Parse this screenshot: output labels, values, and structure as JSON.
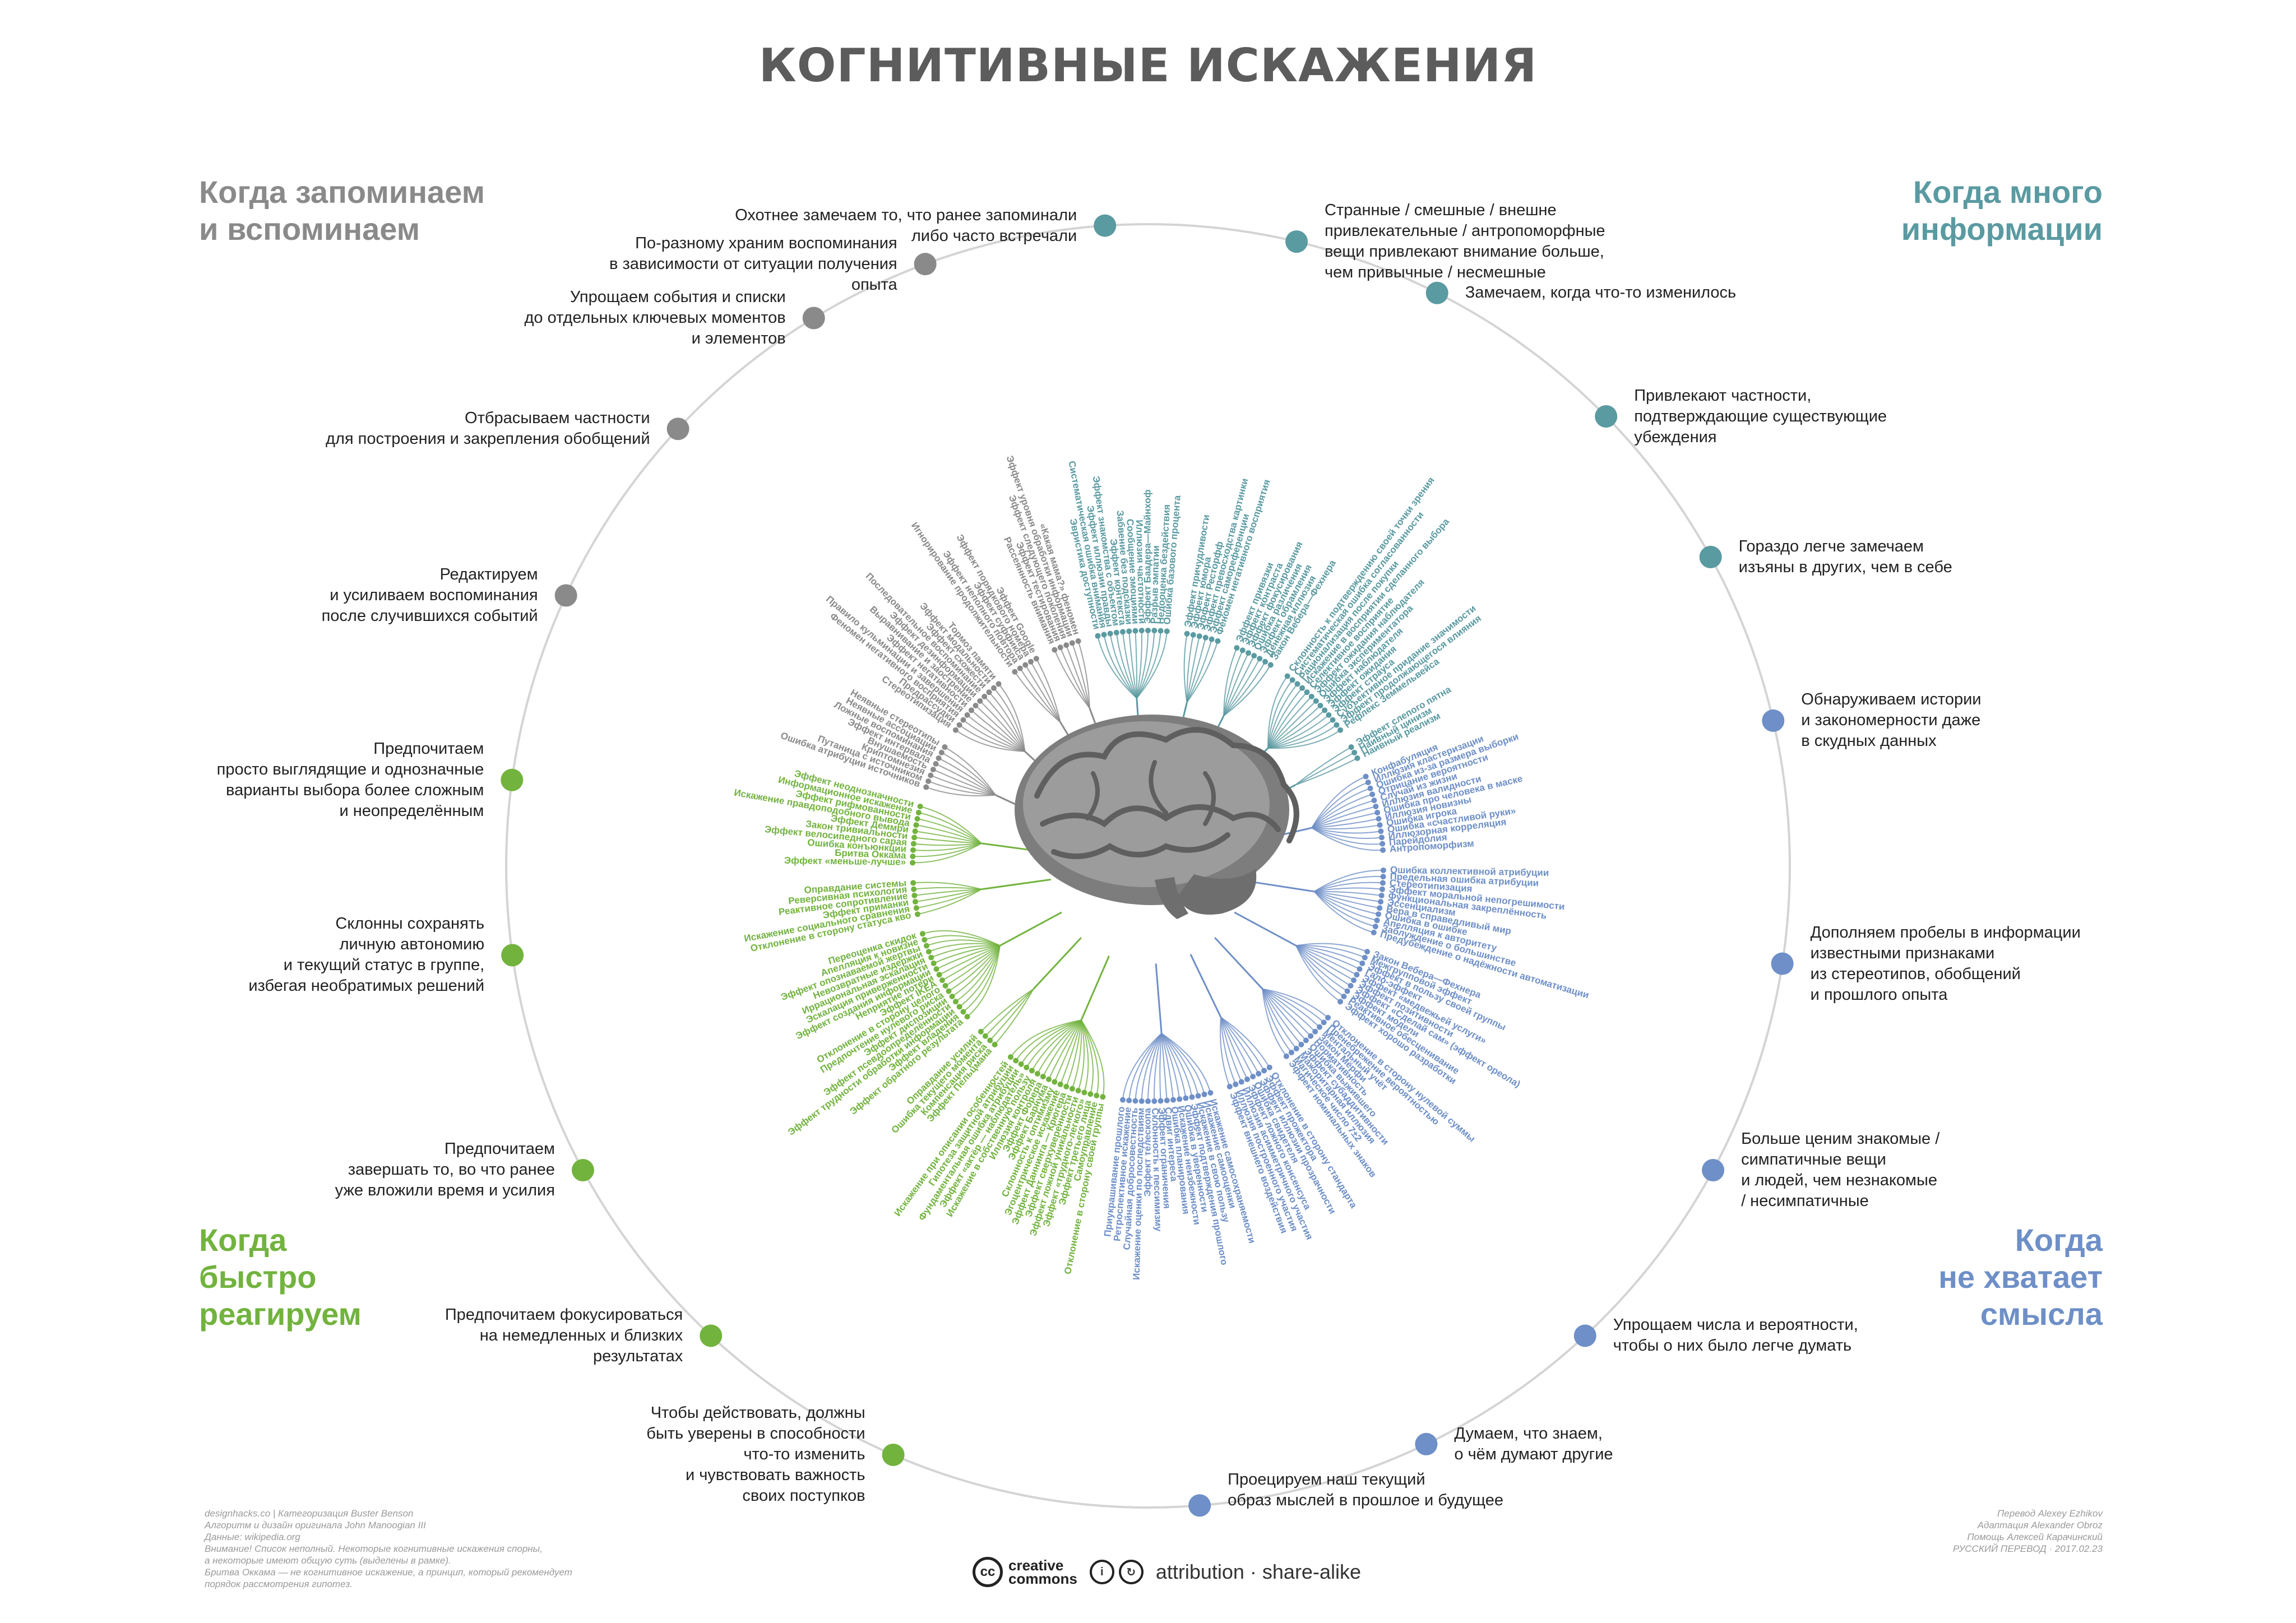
{
  "title": "КОГНИТИВНЫЕ ИСКАЖЕНИЯ",
  "colors": {
    "memory": "#8a8a8a",
    "information": "#5a9aa1",
    "speed": "#72b33e",
    "meaning": "#6e8fc7",
    "ring": "#d4d4d4"
  },
  "quadrants": {
    "memory": {
      "line1": "Когда запоминаем",
      "line2": "и вспоминаем"
    },
    "information": {
      "line1": "Когда много",
      "line2": "информации"
    },
    "speed": {
      "line1": "Когда",
      "line2": "быстро",
      "line3": "реагируем"
    },
    "meaning": {
      "line1": "Когда",
      "line2": "не хватает",
      "line3": "смысла"
    }
  },
  "categories": [
    {
      "group": "information",
      "lines": [
        "Охотнее замечаем то, что ранее запоминали",
        "либо часто встречали"
      ],
      "biases": [
        "Эвристика доступности",
        "Систематическая ошибка внимания",
        "Эффект иллюзии правды",
        "Эффект знакомства с объектом",
        "Эффект контекста",
        "Забвение без подсказки",
        "Сообщение эмоциями",
        "Иллюзия частотности",
        "Эффект Баадера—Майнхоф",
        "Разрыв эмпатии",
        "Недооценка бездействия",
        "Ошибка базового процента"
      ]
    },
    {
      "group": "information",
      "lines": [
        "Странные / смешные / внешне",
        "привлекательные / антропоморфные",
        "вещи привлекают внимание больше,",
        "чем привычные / несмешные"
      ],
      "biases": [
        "Эффект причудливости",
        "Эффект юмора",
        "Эффект Ресторфф",
        "Эффект превосходства картинки",
        "Эффект самореференции",
        "Феномен негативного восприятия"
      ]
    },
    {
      "group": "information",
      "lines": [
        "Замечаем, когда что-то изменилось"
      ],
      "biases": [
        "Эффект привязки",
        "Эффект контраста",
        "Эффект фокусирования",
        "Ошибка различения",
        "Эффект обрамления",
        "Денежная иллюзия",
        "Закон Вебера—Фехнера"
      ]
    },
    {
      "group": "information",
      "lines": [
        "Привлекают частности,",
        "подтверждающие существующие",
        "убеждения"
      ],
      "biases": [
        "Склонность к подтверждению своей точки зрения",
        "Систематическая ошибка согласованности",
        "Рационализация после покупки",
        "Искажение в восприятии сделанного выбора",
        "Селективное восприятие",
        "Эффект ожидания наблюдателя",
        "Ошибка экспериментатора",
        "Эффект наблюдателя",
        "Эффект ожидания",
        "Эффект страуса",
        "Субъективное придание значимости",
        "Эффект продолжающегося влияния",
        "Рефлекс Земмельвейса"
      ]
    },
    {
      "group": "information",
      "lines": [
        "Гораздо легче замечаем",
        "изъяны в других, чем в себе"
      ],
      "biases": [
        "Эффект слепого пятна",
        "Наивный цинизм",
        "Наивный реализм"
      ]
    },
    {
      "group": "meaning",
      "lines": [
        "Обнаруживаем истории",
        "и закономерности даже",
        "в скудных данных"
      ],
      "biases": [
        "Конфабуляция",
        "Иллюзия кластеризации",
        "Ошибка из-за размера выборки",
        "Отрицание вероятности",
        "Случай из жизни",
        "Иллюзия валидности",
        "Ошибка про человека в маске",
        "Иллюзия новизны",
        "Ошибка игрока",
        "Ошибка «счастливой руки»",
        "Иллюзорная корреляция",
        "Парейдолия",
        "Антропоморфизм"
      ]
    },
    {
      "group": "meaning",
      "lines": [
        "Дополняем пробелы в информации",
        "известными признаками",
        "из стереотипов, обобщений",
        "и прошлого опыта"
      ],
      "biases": [
        "Ошибка коллективной атрибуции",
        "Предельная ошибка атрибуции",
        "Стереотипизация",
        "Эффект моральной непогрешимости",
        "Функциональная закреплённость",
        "Эссенциализм",
        "Вера в справедливый мир",
        "Ошибка в ошибке",
        "Апелляция к авторитету",
        "Заблуждение о большинстве",
        "Предубеждение о надёжности автоматизации"
      ]
    },
    {
      "group": "meaning",
      "lines": [
        "Больше ценим знакомые /",
        "симпатичные вещи",
        "и людей, чем незнакомые",
        "/ несимпатичные"
      ],
      "biases": [
        "Закон Вебера—Фехнера",
        "Межгрупповой эффект",
        "Эффект в пользу своей группы",
        "Гало-эффект",
        "Эффект «медвежьей услуги»",
        "Эффект позитивности",
        "Эффект «Сделай сам» (эффект ореола)",
        "Эффект модели",
        "Реактивное обесценивание",
        "Эффект хорошо разработки"
      ]
    },
    {
      "group": "meaning",
      "lines": [
        "Упрощаем числа и вероятности,",
        "чтобы о них было легче думать"
      ],
      "biases": [
        "Отклонение в сторону нулевой суммы",
        "Пренебрежение вероятностью",
        "Ментальный учёт",
        "Закон Мёрфи",
        "Нормативность",
        "Ошибка выжившего",
        "Эффект субаддитивности",
        "Мажоритарная иллюзия",
        "Магическое число 7±2",
        "Эффект номинальных знаков"
      ]
    },
    {
      "group": "meaning",
      "lines": [
        "Думаем, что знаем,",
        "о чём думают другие"
      ],
      "biases": [
        "Отклонение в сторону стандарта",
        "Эффект прожектора",
        "Эффект иллюзии прозрачности",
        "Ошибка свидетеля",
        "Эффект ложного консенсуса",
        "Иллюзия асимметричного участия",
        "Иллюзия построенного участия",
        "Эффект внешнего воздействия"
      ]
    },
    {
      "group": "meaning",
      "lines": [
        "Проецируем наш текущий",
        "образ мыслей в прошлое и будущее"
      ],
      "biases": [
        "Искажение самосохраняемости",
        "Искажение самооценки",
        "Искажение в свою пользу",
        "Эффект подтверждения прошлого",
        "Ошибка в уверенности",
        "Искажение неизбежности",
        "Ошибка планирования",
        "Сдвиг интереса",
        "Эффект ограничения",
        "Склонность к пессимизму",
        "Эффект телескопа",
        "Искажение оценки по последствиям",
        "Случайная добросовестность",
        "Ретроспективное искажение",
        "Приукрашивание прошлого"
      ]
    },
    {
      "group": "speed",
      "lines": [
        "Чтобы действовать, должны",
        "быть уверены в способности",
        "что-то изменить",
        "и чувствовать важность",
        "своих поступков"
      ],
      "biases": [
        "Отклонение в сторону своей группы",
        "Самоуправление",
        "Эффект третьего лица",
        "Эффект «трудного-легкого»",
        "Эффект ложной уникальности",
        "Эффект сверхуверенности",
        "Эффект Даннинга — Крюгера",
        "Эгоцентрическое искажение",
        "Склонность к оптимизму",
        "Эффект Барнума",
        "Эффект Форера",
        "Иллюзия контроля",
        "Искажение в собственную пользу",
        "Эффект «актёр — наблюдатель»",
        "Фундаментальная ошибка атрибуции",
        "Гипотеза защитной атрибуции",
        "Искажение при описании особенностей"
      ]
    },
    {
      "group": "speed",
      "lines": [
        "Предпочитаем фокусироваться",
        "на немедленных и близких",
        "результатах"
      ],
      "biases": [
        "Эффект Пельцмана",
        "Компенсация риска",
        "Ошибка текущего момента",
        "Оправдание усилий"
      ]
    },
    {
      "group": "speed",
      "lines": [
        "Предпочитаем",
        "завершать то, во что ранее",
        "уже вложили время и усилия"
      ],
      "biases": [
        "Эффект обратного результата",
        "Эффект владения",
        "Эффект трудности обработки информации",
        "Эффект псевдоопределённости",
        "Эффект диспозиции",
        "Предпочтение нулевого риска",
        "Отклонение в сторону целого",
        "Эффект IKEA",
        "Неприятие потери",
        "Эффект создания информации",
        "Эскалация приверженности",
        "Иррациональная эскалация",
        "Невозвратные издержки",
        "Эффект опознаваемой жертвы",
        "Апелляция к новизне",
        "Переоценка скидок"
      ]
    },
    {
      "group": "speed",
      "lines": [
        "Склонны сохранять",
        "личную автономию",
        "и текущий статус в группе,",
        "избегая необратимых решений"
      ],
      "biases": [
        "Отклонение в сторону статуса кво",
        "Искажение социального сравнения",
        "Эффект приманки",
        "Реактивное сопротивление",
        "Реверсивная психология",
        "Оправдание системы"
      ]
    },
    {
      "group": "speed",
      "lines": [
        "Предпочитаем",
        "просто выглядящие и однозначные",
        "варианты выбора более сложным",
        "и неопределённым"
      ],
      "biases": [
        "Эффект «меньше-лучше»",
        "Бритва Оккама",
        "Ошибка конъюнкции",
        "Эффект велосипедного сарая",
        "Закон тривиальности",
        "Эффект Деммри",
        "Искажение правдоподобного вывода",
        "Эффект рифмованности",
        "Информационное искажение",
        "Эффект неоднозначности"
      ]
    },
    {
      "group": "memory",
      "lines": [
        "Редактируем",
        "и усиливаем воспоминания",
        "после случившихся событий"
      ],
      "biases": [
        "Ошибка атрибуции источников",
        "Путаница с источником",
        "Криптомнезия",
        "Внушаемость",
        "Эффект интервала",
        "Ложные воспоминания",
        "Неявные ассоциации",
        "Неявные стереотипы"
      ]
    },
    {
      "group": "memory",
      "lines": [
        "Отбрасываем частности",
        "для построения и закрепления обобщений"
      ],
      "biases": [
        "Стереотипизация",
        "Предрассудки",
        "Феномен негативного восприятия",
        "Правило кульминации и завершения",
        "Эффект негативности",
        "Выравнивание и заострение",
        "Эффект дезинформации",
        "Последовательное воспоминание",
        "Эффект схожести",
        "Эффект модальности",
        "Тормоз памяти"
      ]
    },
    {
      "group": "memory",
      "lines": [
        "Упрощаем события и списки",
        "до отдельных ключевых моментов",
        "и элементов"
      ],
      "biases": [
        "Игнорирование продолжительности",
        "Эффект неполного повтора",
        "Эффект суффикса",
        "Эффект порядкового номера",
        "Эффект Google"
      ]
    },
    {
      "group": "memory",
      "lines": [
        "По-разному храним воспоминания",
        "в зависимости от ситуации получения",
        "опыта"
      ],
      "biases": [
        "Рассеянность внимания",
        "Эффект тестирования",
        "Эффект следующего поколения",
        "Эффект уровня обработки информации",
        "«Какая мама?» феномен"
      ]
    }
  ],
  "footer": {
    "left": [
      "designhacks.co | Категоризация Buster Benson",
      "Алгоритм и дизайн оригинала John Manoogian III",
      "Данные: wikipedia.org",
      "",
      "Внимание! Список неполный. Некоторые когнитивные искажения спорны,",
      "а некоторые имеют общую суть (выделены в рамке).",
      "Бритва Оккама — не когнитивное искажение, а принцип, который рекомендует",
      "порядок рассмотрения гипотез."
    ],
    "right": [
      "Перевод Alexey Ezhikov",
      "Адаптация Alexander Obroz",
      "Помощь Алексей Карачинский",
      "РУССКИЙ ПЕРЕВОД · 2017.02.23"
    ],
    "cc_line1": "creative",
    "cc_line2": "commons",
    "license": "attribution · share-alike"
  }
}
